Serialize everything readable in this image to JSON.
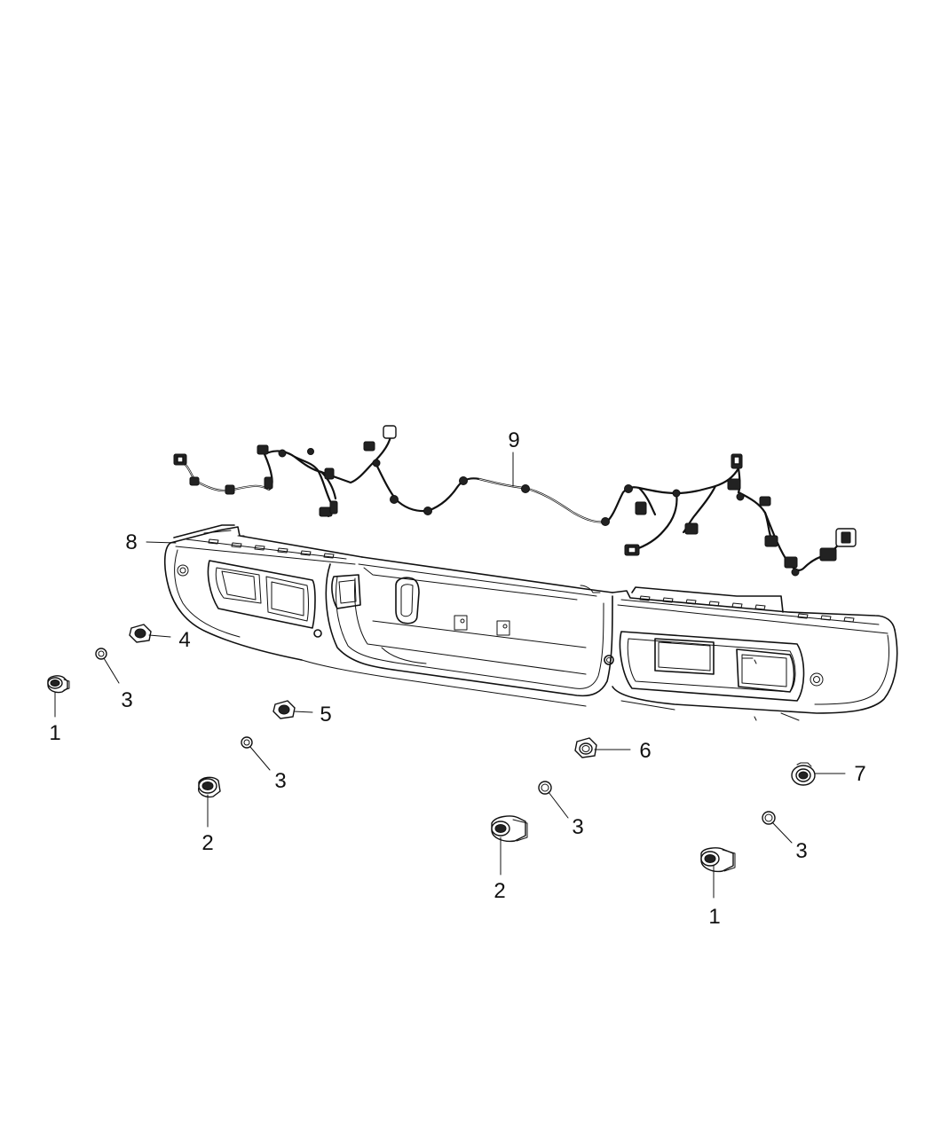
{
  "callouts": [
    {
      "id": "c1a",
      "label": "1"
    },
    {
      "id": "c1b",
      "label": "1"
    },
    {
      "id": "c2a",
      "label": "2"
    },
    {
      "id": "c2b",
      "label": "2"
    },
    {
      "id": "c3a",
      "label": "3"
    },
    {
      "id": "c3b",
      "label": "3"
    },
    {
      "id": "c3c",
      "label": "3"
    },
    {
      "id": "c3d",
      "label": "3"
    },
    {
      "id": "c4",
      "label": "4"
    },
    {
      "id": "c5",
      "label": "5"
    },
    {
      "id": "c6",
      "label": "6"
    },
    {
      "id": "c7",
      "label": "7"
    },
    {
      "id": "c8",
      "label": "8"
    },
    {
      "id": "c9",
      "label": "9"
    }
  ]
}
